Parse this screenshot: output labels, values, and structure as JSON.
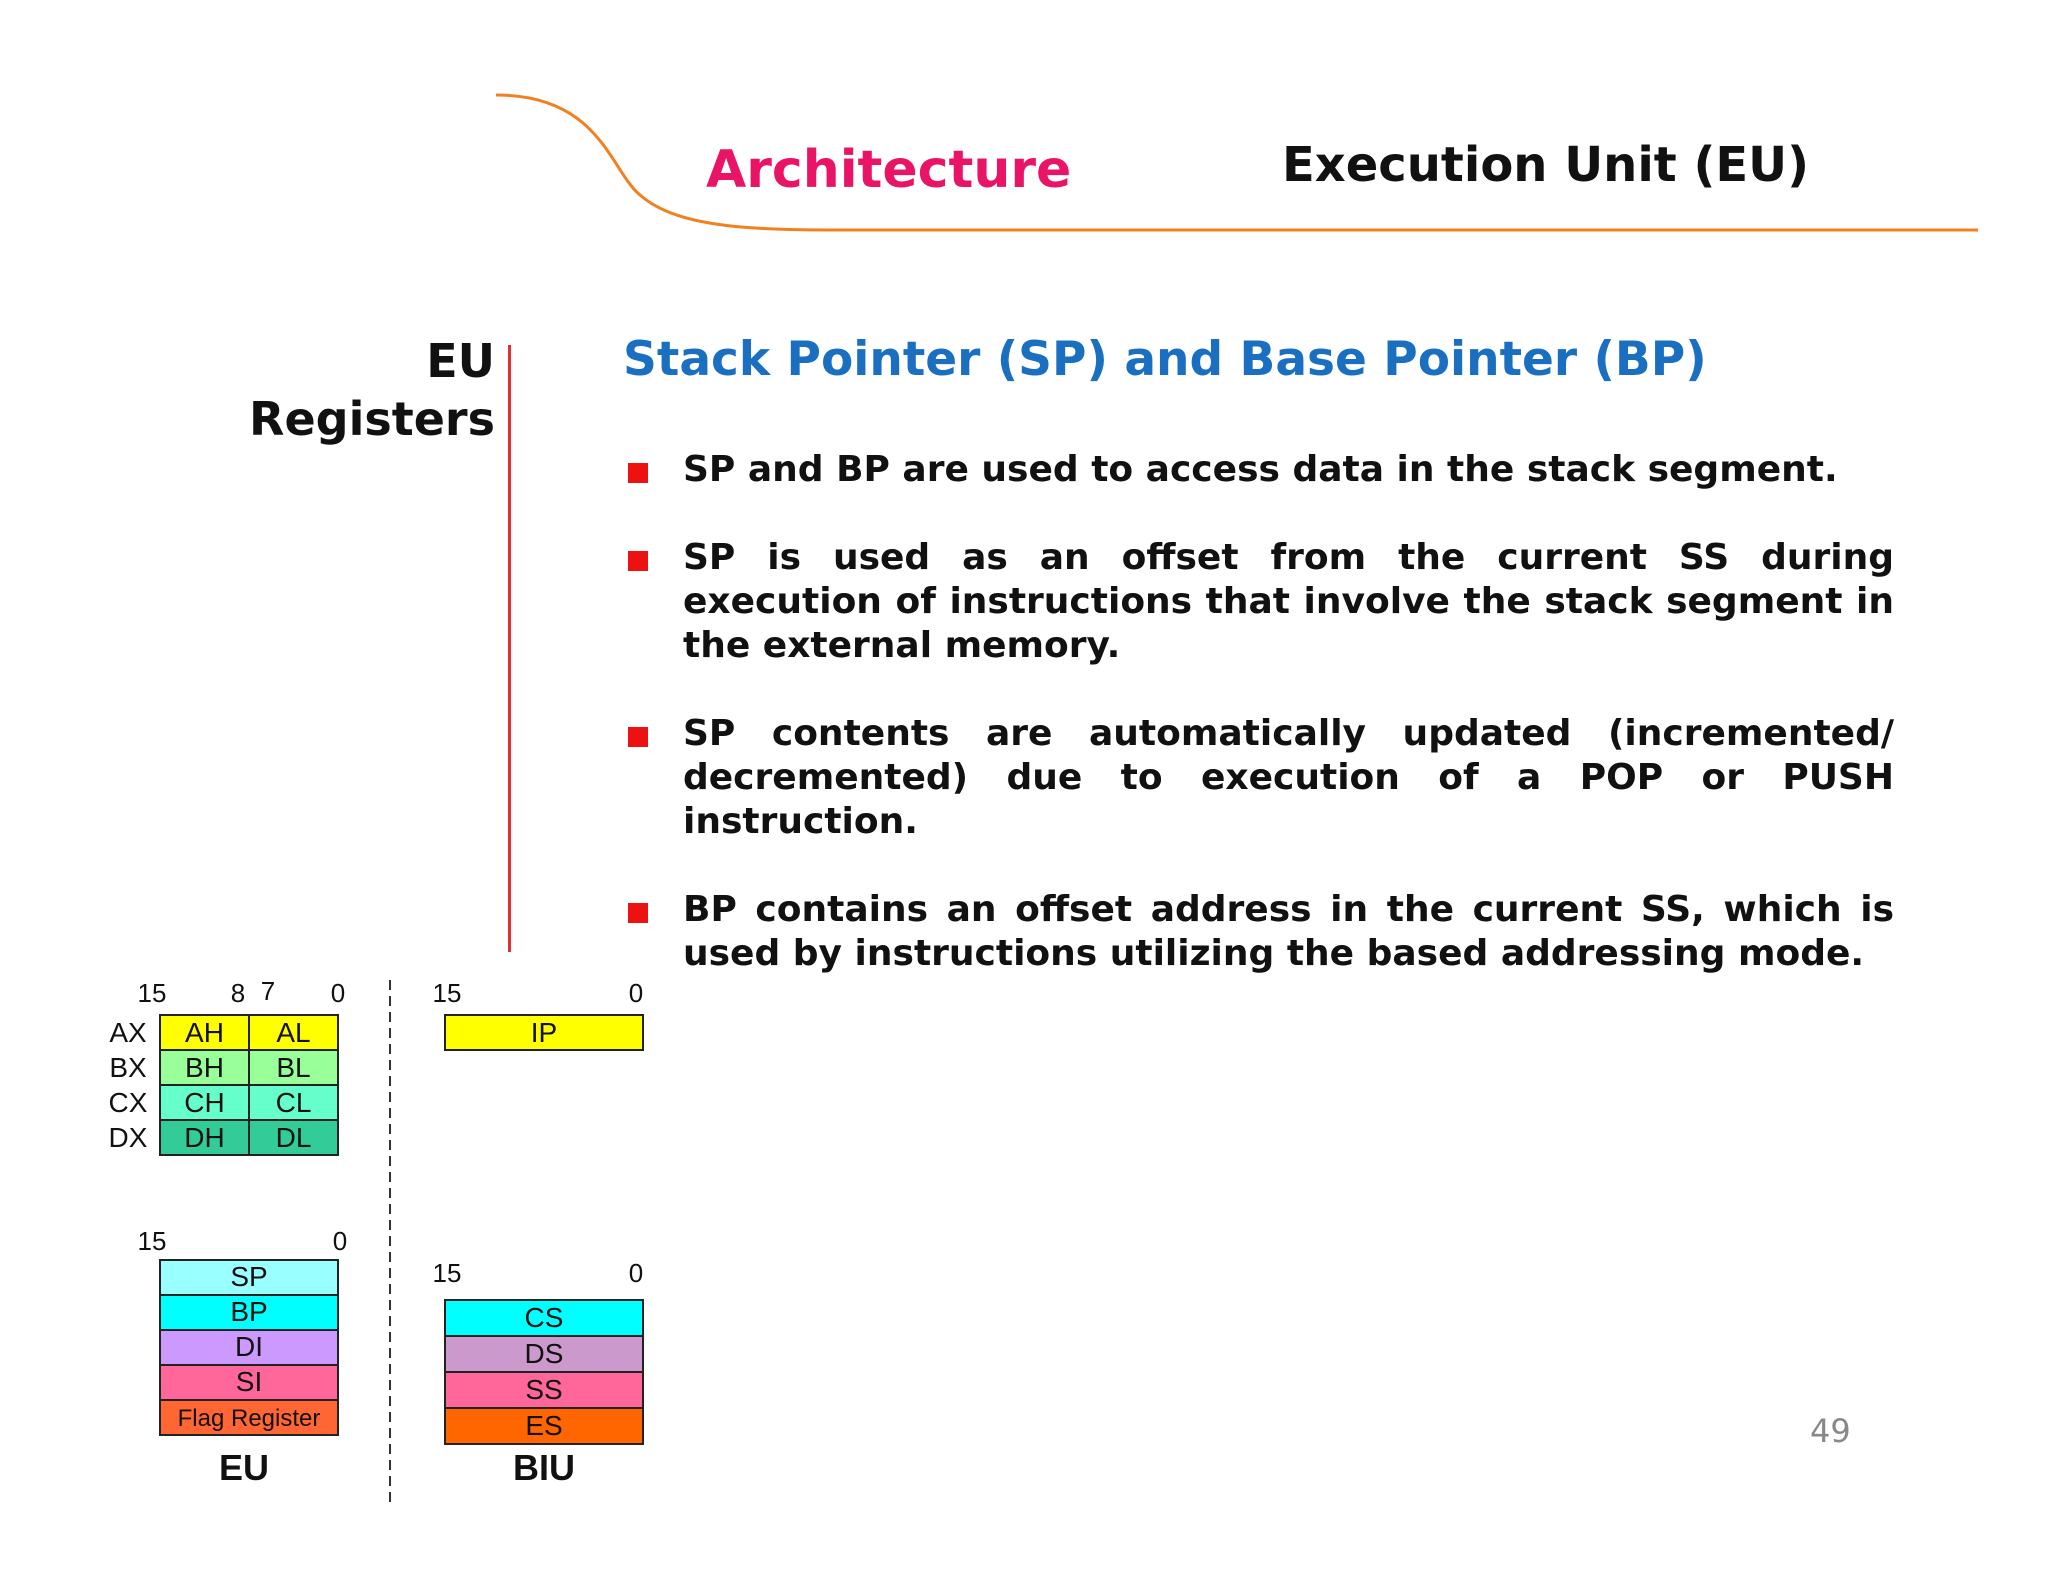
{
  "header": {
    "left_title": "Architecture",
    "right_title": "Execution Unit (EU)"
  },
  "sidebar": {
    "heading_line1": "EU",
    "heading_line2": "Registers"
  },
  "main": {
    "heading": "Stack Pointer (SP) and Base Pointer (BP)",
    "bullets": [
      "SP and BP are used to access data in the stack segment.",
      "SP is used as an offset from the current SS during execution of instructions that involve the stack segment in the external memory.",
      "SP contents are automatically updated (incremented/ decremented) due to execution of a POP or PUSH instruction.",
      "BP contains an offset address in the current SS, which is used by instructions utilizing the based addressing mode."
    ]
  },
  "page_number": "49",
  "diagram": {
    "eu_general": {
      "bit_labels": [
        "15",
        "8",
        "7",
        "0"
      ],
      "rows": [
        {
          "name": "AX",
          "high": "AH",
          "low": "AL",
          "high_color": "#ffff00",
          "low_color": "#ffff00"
        },
        {
          "name": "BX",
          "high": "BH",
          "low": "BL",
          "high_color": "#99ff99",
          "low_color": "#99ff99"
        },
        {
          "name": "CX",
          "high": "CH",
          "low": "CL",
          "high_color": "#66ffcc",
          "low_color": "#66ffcc"
        },
        {
          "name": "DX",
          "high": "DH",
          "low": "DL",
          "high_color": "#33cc99",
          "low_color": "#33cc99"
        }
      ]
    },
    "eu_pointer": {
      "bit_labels": [
        "15",
        "0"
      ],
      "rows": [
        {
          "label": "SP",
          "color": "#99ffff"
        },
        {
          "label": "BP",
          "color": "#00ffff"
        },
        {
          "label": "DI",
          "color": "#cc99ff"
        },
        {
          "label": "SI",
          "color": "#ff6699"
        },
        {
          "label": "Flag Register",
          "color": "#ff6633"
        }
      ],
      "caption": "EU"
    },
    "biu_ip": {
      "bit_labels": [
        "15",
        "0"
      ],
      "rows": [
        {
          "label": "IP",
          "color": "#ffff00"
        }
      ]
    },
    "biu_segment": {
      "bit_labels": [
        "15",
        "0"
      ],
      "rows": [
        {
          "label": "CS",
          "color": "#00ffff"
        },
        {
          "label": "DS",
          "color": "#cc99cc"
        },
        {
          "label": "SS",
          "color": "#ff6699"
        },
        {
          "label": "ES",
          "color": "#ff6600"
        }
      ],
      "caption": "BIU"
    }
  },
  "colors": {
    "header_accent": "#ea1466",
    "header_line": "#f08020",
    "heading_blue": "#1a6fc0",
    "bullet_red": "#ee1111",
    "divider_red": "#e03030"
  }
}
